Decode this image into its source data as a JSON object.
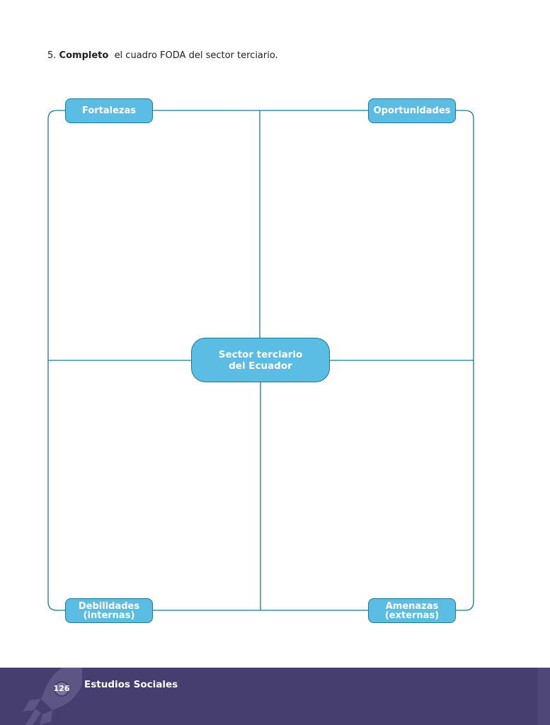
{
  "instruction": {
    "number": "5.",
    "bold": "Completo",
    "rest": "el cuadro FODA del sector terciario."
  },
  "foda": {
    "fortalezas": "Fortalezas",
    "oportunidades": "Oportunidades",
    "debilidades": [
      "Debilidades",
      "(internas)"
    ],
    "amenazas": [
      "Amenazas",
      "(externas)"
    ],
    "center": [
      "Sector terciario",
      "del Ecuador"
    ]
  },
  "footer": {
    "page_number": "126",
    "subject": "Estudios Sociales"
  },
  "colors": {
    "pill_fill": "#5bbde4",
    "pill_border": "#1f7a92",
    "grid_line": "#1f7a92",
    "footer_bg": "#453e6e"
  },
  "icons": [
    "rocket-icon"
  ]
}
